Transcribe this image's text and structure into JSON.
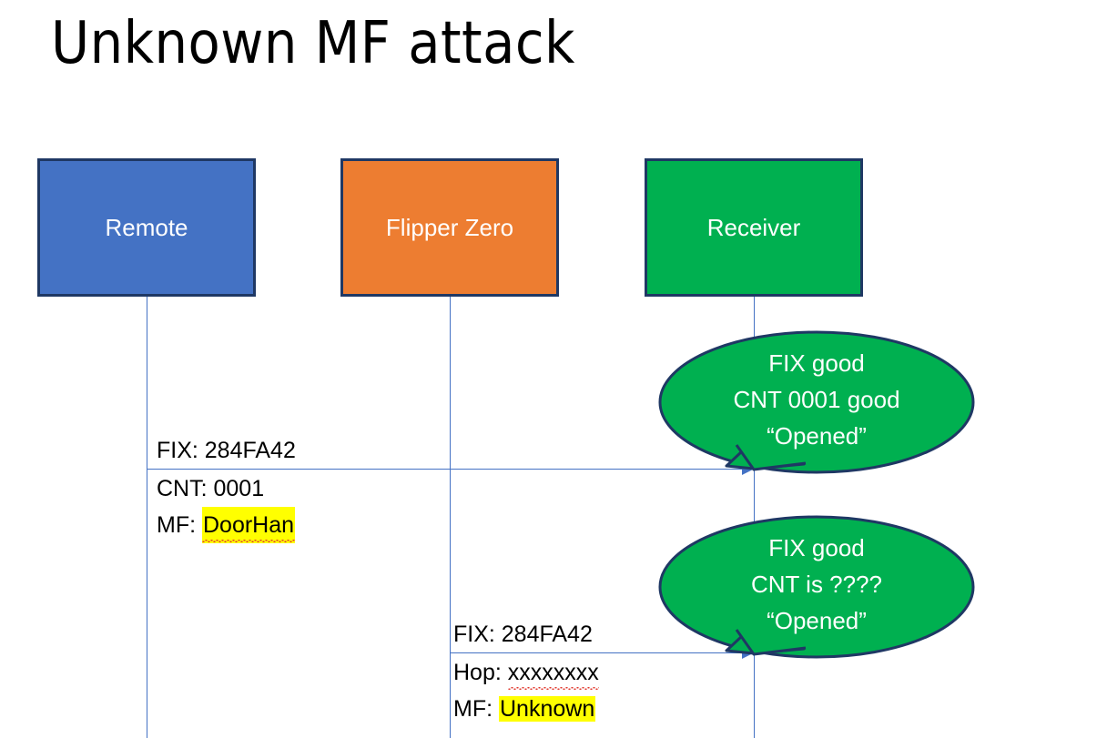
{
  "slide": {
    "title": "Unknown MF attack"
  },
  "colors": {
    "remote_fill": "#4472C4",
    "flipper_fill": "#ED7D31",
    "receiver_fill": "#00B050",
    "box_border": "#1F3864",
    "arrow": "#4472C4",
    "bubble_fill": "#00B050",
    "bubble_border": "#1F3864",
    "highlight": "#FFFF00",
    "spellcheck_underline": "#E03A2F"
  },
  "actors": [
    {
      "id": "remote",
      "label": "Remote"
    },
    {
      "id": "flipper",
      "label": "Flipper Zero"
    },
    {
      "id": "receiver",
      "label": "Receiver"
    }
  ],
  "messages": [
    {
      "id": "remote-to-receiver",
      "from": "remote",
      "to": "receiver",
      "line_above": "FIX: 284FA42",
      "line_below_1_prefix": "CNT: 0001",
      "line_below_2_prefix": "MF: ",
      "line_below_2_value": "DoorHan"
    },
    {
      "id": "flipper-to-receiver",
      "from": "flipper",
      "to": "receiver",
      "line_above": "FIX: 284FA42",
      "line_below_1_prefix": "Hop: ",
      "line_below_1_value": "xxxxxxxx",
      "line_below_2_prefix": "MF: ",
      "line_below_2_value": "Unknown"
    }
  ],
  "callouts": [
    {
      "id": "callout-first-reply",
      "line1": "FIX good",
      "line2": "CNT 0001 good",
      "line3": "“Opened”"
    },
    {
      "id": "callout-second-reply",
      "line1": "FIX good",
      "line2": "CNT is ????",
      "line3": "“Opened”"
    }
  ]
}
